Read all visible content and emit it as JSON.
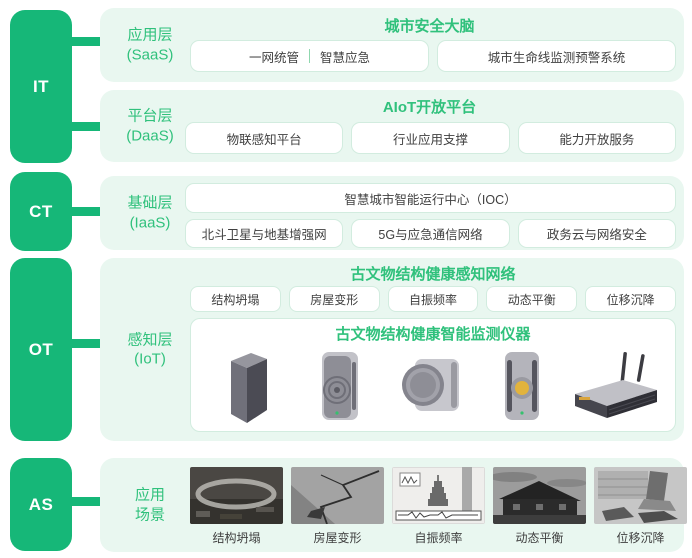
{
  "colors": {
    "brand_green": "#16b778",
    "panel_bg": "#e9f7f0",
    "box_border": "#d2ecdf",
    "green_text": "#30c17c",
    "dark_text": "#404040"
  },
  "pillars": {
    "it": "IT",
    "ct": "CT",
    "ot": "OT",
    "as": "AS"
  },
  "layers": {
    "saas": {
      "label_cn": "应用层",
      "label_en": "(SaaS)",
      "title": "城市安全大脑",
      "combo_left": "一网统管",
      "combo_right": "智慧应急",
      "box2": "城市生命线监测预警系统"
    },
    "daas": {
      "label_cn": "平台层",
      "label_en": "(DaaS)",
      "title": "AIoT开放平台",
      "boxes": [
        "物联感知平台",
        "行业应用支撑",
        "能力开放服务"
      ]
    },
    "iaas": {
      "label_cn": "基础层",
      "label_en": "(IaaS)",
      "wide_box": "智慧城市智能运行中心（IOC）",
      "boxes": [
        "北斗卫星与地基增强网",
        "5G与应急通信网络",
        "政务云与网络安全"
      ]
    },
    "iot": {
      "label_cn": "感知层",
      "label_en": "(IoT)",
      "title": "古文物结构健康感知网络",
      "tags": [
        "结构坍塌",
        "房屋变形",
        "自振频率",
        "动态平衡",
        "位移沉降"
      ],
      "device_box_title": "古文物结构健康智能监测仪器",
      "device_icons": [
        "column-monitor-icon",
        "vibration-sensor-icon",
        "dial-displacement-sensor-icon",
        "tilt-sensor-icon",
        "iot-gateway-icon"
      ]
    },
    "scenes": {
      "label_line1": "应用",
      "label_line2": "场景",
      "captions": [
        "结构坍塌",
        "房屋变形",
        "自振频率",
        "动态平衡",
        "位移沉降"
      ],
      "photo_icons": [
        "collapse-photo",
        "wall-crack-photo",
        "frequency-diagram-photo",
        "house-dusk-photo",
        "settlement-photo"
      ]
    }
  }
}
